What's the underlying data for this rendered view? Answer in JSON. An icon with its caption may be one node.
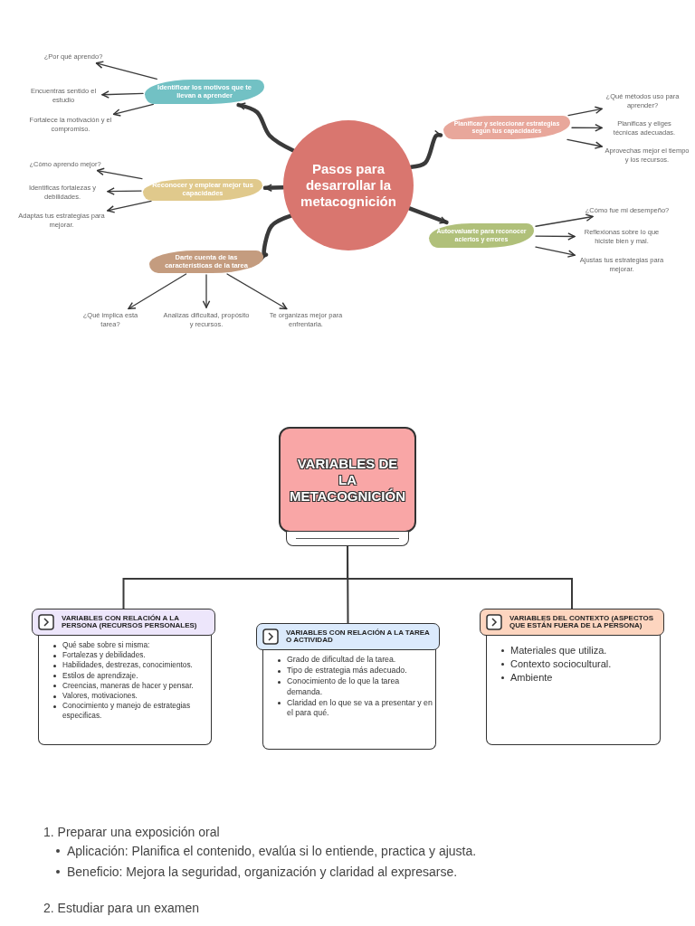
{
  "diagram": {
    "nodes": [
      {
        "text": [
          "Pasos para desarrollar la metacognición"
        ]
      },
      {
        "text": [
          "Identificar los motivos que te llevan a aprender"
        ]
      },
      {
        "text": [
          "Reconocer y emplear mejor tus capacidades"
        ]
      },
      {
        "text": [
          "Darte cuenta de las características de la tarea"
        ]
      },
      {
        "text": [
          "Planificar y seleccionar estrategias según tus capacidades"
        ]
      },
      {
        "text": [
          "Autoevaluarte para reconocer aciertos y errores"
        ]
      },
      {
        "text": [
          "¿Por qué aprendo?"
        ]
      },
      {
        "text": [
          "Encuentras sentido el estudio"
        ]
      },
      {
        "text": [
          "Fortalece la motivación y el compromiso."
        ]
      },
      {
        "text": [
          "¿Cómo aprendo mejor?"
        ]
      },
      {
        "text": [
          "Identificas fortalezas y debilidades."
        ]
      },
      {
        "text": [
          "Adaptas tus estrategias para mejorar."
        ]
      },
      {
        "text": [
          "¿Qué implica esta tarea?"
        ]
      },
      {
        "text": [
          "Analizas dificultad, propósito y recursos."
        ]
      },
      {
        "text": [
          "Te organizas mejor para enfrentarla."
        ]
      },
      {
        "text": [
          "¿Qué métodos uso para aprender?"
        ]
      },
      {
        "text": [
          "Planificas y eliges técnicas adecuadas."
        ]
      },
      {
        "text": [
          "Aprovechas mejor el tiempo y los recursos."
        ]
      },
      {
        "text": [
          "¿Cómo fue mi desempeño?"
        ]
      },
      {
        "text": [
          "Reflexionas sobre lo que hiciste bien y mal."
        ]
      },
      {
        "text": [
          "Ajustas tus estrategias para mejorar."
        ]
      },
      {
        "text": [
          "VARIABLES DE LA METACOGNICIÓN"
        ]
      },
      {
        "text": [
          "VARIABLES CON RELACIÓN A LA PERSONA (RECURSOS PERSONALES)",
          "Qué sabe sobre si misma:",
          "Fortalezas y debilidades.",
          "Habilidades, destrezas, conocimientos.",
          "Estilos de aprendizaje.",
          "Creencias, maneras de hacer y pensar.",
          "Valores, motivaciones.",
          "Conocimiento y manejo de estrategias especificas."
        ]
      },
      {
        "text": [
          "VARIABLES CON RELACIÓN A LA TAREA O ACTIVIDAD",
          "Grado de dificultad de la tarea.",
          "Tipo de estrategia más adecuado.",
          "Conocimiento de lo que la tarea demanda.",
          "Claridad en lo que se va a presentar y en el para qué."
        ]
      },
      {
        "text": [
          "VARIABLES DEL CONTEXTO (ASPECTOS QUE ESTÁN FUERA DE LA PERSONA)",
          "Materiales que utiliza.",
          "Contexto sociocultural.",
          "Ambiente"
        ]
      }
    ],
    "edges": [
      {
        "from": 0,
        "to": 1,
        "arrow": "to",
        "style": "thick"
      },
      {
        "from": 0,
        "to": 2,
        "arrow": "to",
        "style": "thick"
      },
      {
        "from": 0,
        "to": 3,
        "arrow": "to",
        "style": "thick"
      },
      {
        "from": 0,
        "to": 4,
        "arrow": "to",
        "style": "thick"
      },
      {
        "from": 0,
        "to": 5,
        "arrow": "to",
        "style": "thick"
      },
      {
        "from": 1,
        "to": 6,
        "arrow": "to"
      },
      {
        "from": 1,
        "to": 7,
        "arrow": "to"
      },
      {
        "from": 1,
        "to": 8,
        "arrow": "to"
      },
      {
        "from": 2,
        "to": 9,
        "arrow": "to"
      },
      {
        "from": 2,
        "to": 10,
        "arrow": "to"
      },
      {
        "from": 2,
        "to": 11,
        "arrow": "to"
      },
      {
        "from": 3,
        "to": 12,
        "arrow": "to"
      },
      {
        "from": 3,
        "to": 13,
        "arrow": "to"
      },
      {
        "from": 3,
        "to": 14,
        "arrow": "to"
      },
      {
        "from": 4,
        "to": 15,
        "arrow": "to"
      },
      {
        "from": 4,
        "to": 16,
        "arrow": "to"
      },
      {
        "from": 4,
        "to": 17,
        "arrow": "to"
      },
      {
        "from": 5,
        "to": 18,
        "arrow": "to"
      },
      {
        "from": 5,
        "to": 19,
        "arrow": "to"
      },
      {
        "from": 5,
        "to": 20,
        "arrow": "to"
      },
      {
        "from": 21,
        "to": 22,
        "arrow": "none"
      },
      {
        "from": 21,
        "to": 23,
        "arrow": "none"
      },
      {
        "from": 21,
        "to": 24,
        "arrow": "none"
      }
    ],
    "labels": [
      "1. Preparar una exposición oral",
      "Aplicación: Planifica el contenido, evalúa si lo entiende, practica y ajusta.",
      "Beneficio: Mejora la seguridad, organización y claridad al expresarse.",
      "2. Estudiar para un examen"
    ]
  }
}
